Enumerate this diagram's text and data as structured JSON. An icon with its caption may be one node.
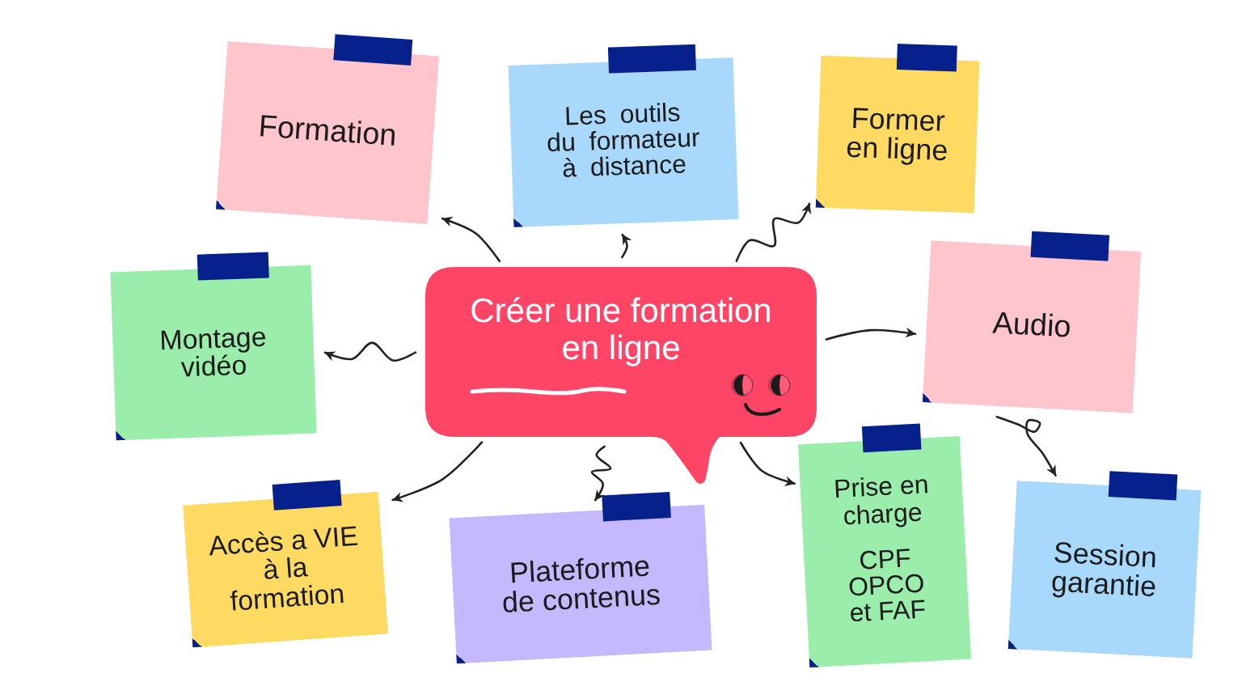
{
  "diagram": {
    "nodes": [
      {
        "text": [
          "Formation"
        ]
      },
      {
        "text": [
          "Les outils du formateur à distance"
        ]
      },
      {
        "text": [
          "Former en ligne"
        ]
      },
      {
        "text": [
          "Montage vidéo"
        ]
      },
      {
        "text": [
          "Créer une formation en ligne"
        ]
      },
      {
        "text": [
          "Audio"
        ]
      },
      {
        "text": [
          "Accès a VIE à la formation"
        ]
      },
      {
        "text": [
          "Plateforme de contenus"
        ]
      },
      {
        "text": [
          "Prise en charge",
          "CPF OPCO et FAF"
        ]
      },
      {
        "text": [
          "Session garantie"
        ]
      }
    ],
    "edges": [
      {
        "from": 4,
        "to": 0,
        "arrow": "to"
      },
      {
        "from": 4,
        "to": 1,
        "arrow": "to"
      },
      {
        "from": 4,
        "to": 2,
        "arrow": "to"
      },
      {
        "from": 4,
        "to": 3,
        "arrow": "to"
      },
      {
        "from": 4,
        "to": 5,
        "arrow": "to"
      },
      {
        "from": 4,
        "to": 6,
        "arrow": "to"
      },
      {
        "from": 4,
        "to": 7,
        "arrow": "to"
      },
      {
        "from": 4,
        "to": 8,
        "arrow": "to"
      },
      {
        "from": 5,
        "to": 9,
        "arrow": "to"
      }
    ]
  }
}
